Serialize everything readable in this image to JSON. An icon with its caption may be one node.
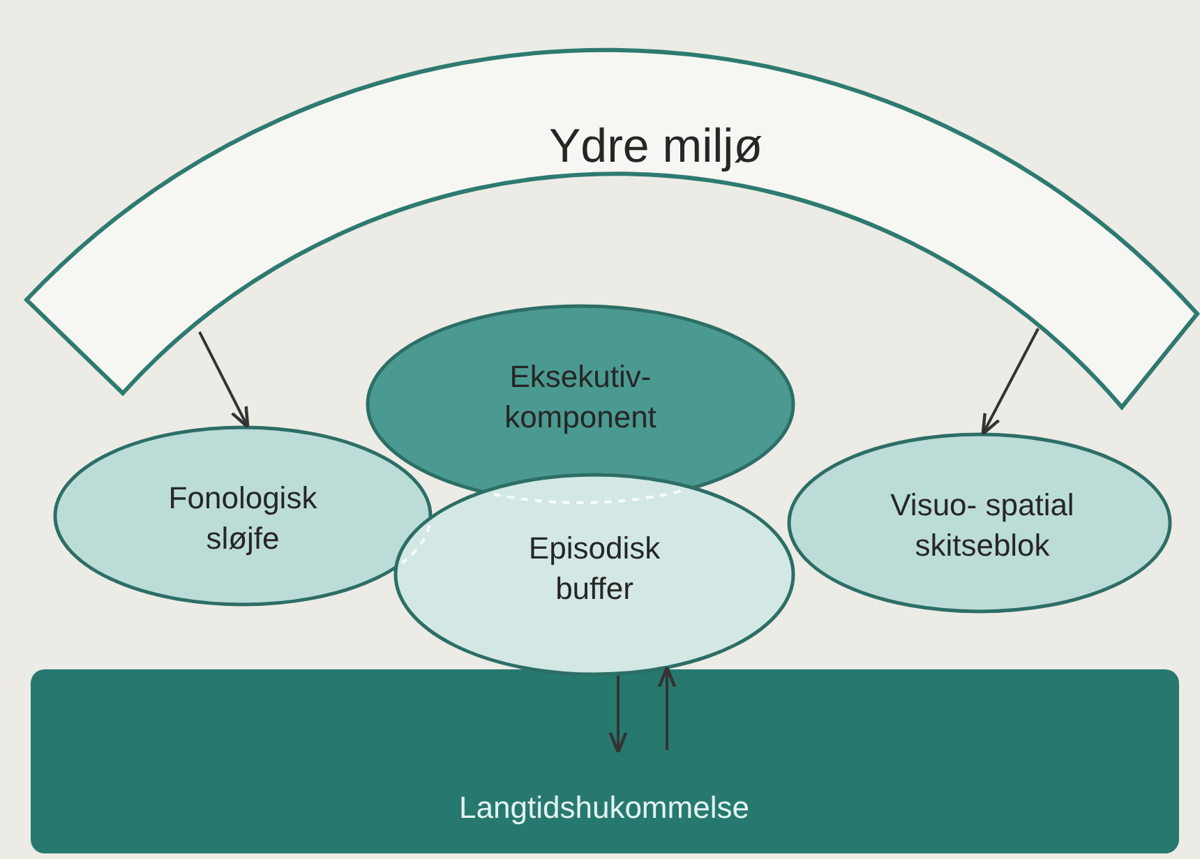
{
  "diagram": {
    "nodes": [
      {
        "text": [
          "Ydre miljø"
        ]
      },
      {
        "text": [
          "Eksekutiv- komponent"
        ]
      },
      {
        "text": [
          "Fonologisk sløjfe"
        ]
      },
      {
        "text": [
          "Visuo- spatial skitseblok"
        ]
      },
      {
        "text": [
          "Episodisk buffer"
        ]
      },
      {
        "text": [
          "Langtidshukommelse"
        ]
      }
    ],
    "edges": [
      {
        "from": 0,
        "to": 2,
        "arrow": "to"
      },
      {
        "from": 0,
        "to": 3,
        "arrow": "to"
      },
      {
        "from": 4,
        "to": 5,
        "arrow": "to"
      },
      {
        "from": 5,
        "to": 4,
        "arrow": "to"
      }
    ]
  }
}
